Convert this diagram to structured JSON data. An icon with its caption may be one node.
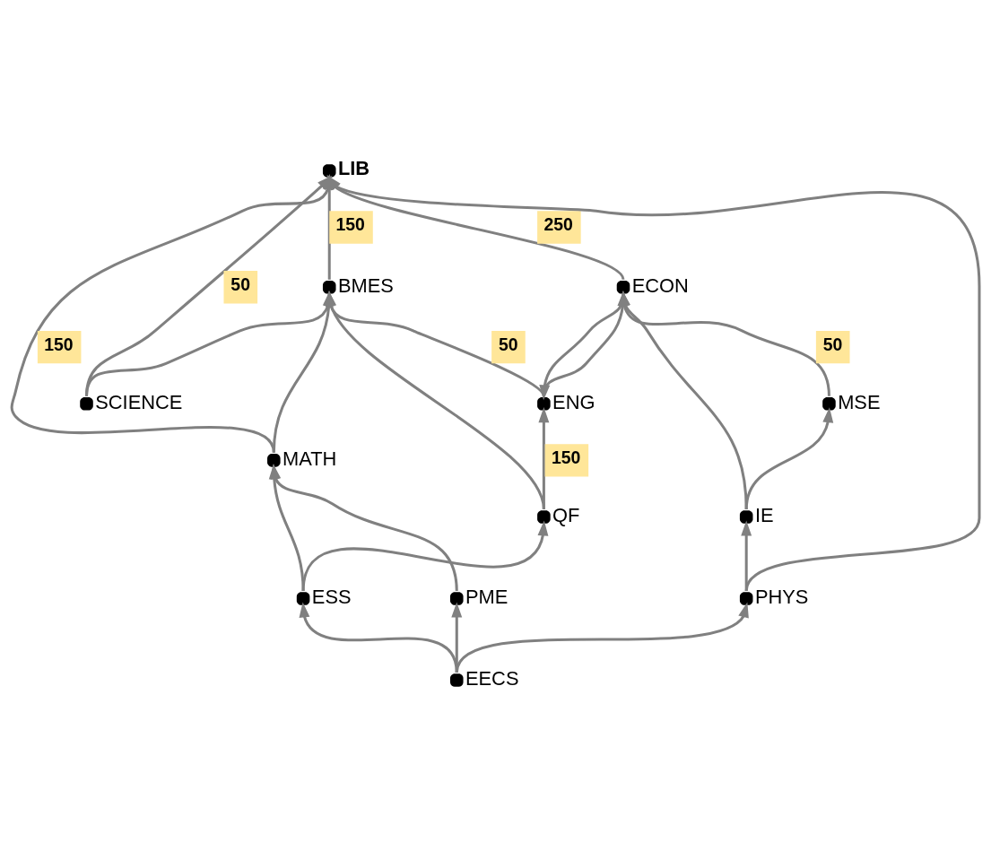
{
  "diagram": {
    "nodes": [
      {
        "text": [
          "ENG"
        ]
      },
      {
        "text": [
          "ECON"
        ]
      },
      {
        "text": [
          "SCIENCE"
        ]
      },
      {
        "text": [
          "BMES"
        ]
      },
      {
        "text": [
          "QF"
        ]
      },
      {
        "text": [
          "MSE"
        ]
      },
      {
        "text": [
          "LIB"
        ]
      },
      {
        "text": [
          "MATH"
        ]
      },
      {
        "text": [
          "IE"
        ]
      },
      {
        "text": [
          "PME"
        ]
      },
      {
        "text": [
          "ESS"
        ]
      },
      {
        "text": [
          "PHYS"
        ]
      },
      {
        "text": [
          "EECS"
        ]
      }
    ],
    "edges": [
      {
        "from": 4,
        "to": 0,
        "arrow": "to",
        "label": "150"
      },
      {
        "from": 0,
        "to": 3,
        "arrow": "to",
        "label": "50"
      },
      {
        "from": 0,
        "to": 1,
        "arrow": "to"
      },
      {
        "from": 1,
        "to": 0,
        "arrow": "to"
      },
      {
        "from": 2,
        "to": 3,
        "arrow": "to"
      },
      {
        "from": 2,
        "to": 6,
        "arrow": "to",
        "label": "50"
      },
      {
        "from": 3,
        "to": 6,
        "arrow": "to",
        "label": "150"
      },
      {
        "from": 1,
        "to": 6,
        "arrow": "to",
        "label": "250"
      },
      {
        "from": 5,
        "to": 1,
        "arrow": "to",
        "label": "50"
      },
      {
        "from": 8,
        "to": 1,
        "arrow": "to"
      },
      {
        "from": 8,
        "to": 5,
        "arrow": "to"
      },
      {
        "from": 4,
        "to": 3,
        "arrow": "to"
      },
      {
        "from": 7,
        "to": 3,
        "arrow": "to"
      },
      {
        "from": 7,
        "to": 6,
        "arrow": "to",
        "label": "150"
      },
      {
        "from": 10,
        "to": 4,
        "arrow": "to"
      },
      {
        "from": 10,
        "to": 7,
        "arrow": "to"
      },
      {
        "from": 9,
        "to": 7,
        "arrow": "to"
      },
      {
        "from": 12,
        "to": 10,
        "arrow": "to"
      },
      {
        "from": 12,
        "to": 9,
        "arrow": "to"
      },
      {
        "from": 12,
        "to": 11,
        "arrow": "to"
      },
      {
        "from": 11,
        "to": 6,
        "arrow": "to"
      },
      {
        "from": 11,
        "to": 8,
        "arrow": "to"
      }
    ]
  }
}
